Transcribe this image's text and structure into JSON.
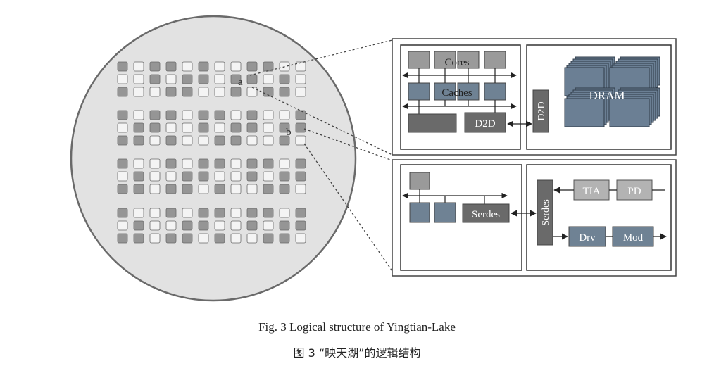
{
  "labels": {
    "chiplet_a": "a",
    "chiplet_b": "b",
    "cores": "Cores",
    "caches": "Caches",
    "d2d_inner": "D2D",
    "d2d_vertical": "D2D",
    "dram": "DRAM",
    "serdes_inner": "Serdes",
    "serdes_vertical": "Serdes",
    "tia": "TIA",
    "pd": "PD",
    "drv": "Drv",
    "mod": "Mod"
  },
  "caption": {
    "en": "Fig. 3    Logical structure of Yingtian-Lake",
    "zh": "图 3   “映天湖”的逻辑结构"
  },
  "colors": {
    "wafer": "#e2e2e2",
    "chip_dark": "#959595",
    "chip_light": "#f4f4f4",
    "core_block": "#9a9a9a",
    "cache_block": "#6f8294",
    "dark_block": "#6a6a6a",
    "dram_block": "#6b7f94",
    "optic_block": "#b3b3b3",
    "line": "#333333"
  }
}
